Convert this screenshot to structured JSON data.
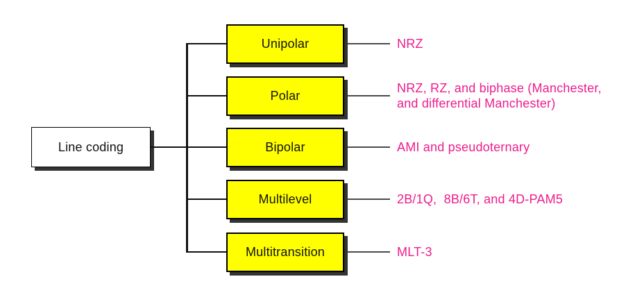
{
  "diagram": {
    "root": {
      "label": "Line coding"
    },
    "branches": [
      {
        "label": "Unipolar",
        "description": "NRZ"
      },
      {
        "label": "Polar",
        "description": "NRZ, RZ, and biphase (Manchester,\nand differential Manchester)"
      },
      {
        "label": "Bipolar",
        "description": "AMI and pseudoternary"
      },
      {
        "label": "Multilevel",
        "description": "2B/1Q,  8B/6T, and 4D-PAM5"
      },
      {
        "label": "Multitransition",
        "description": "MLT-3"
      }
    ],
    "colors": {
      "branch_box_fill": "#FFFF00",
      "branch_box_border": "#000000",
      "root_box_fill": "#FFFFFF",
      "description_text": "#EE1C8C",
      "connector_line": "#111111",
      "description_connector_line": "#4A4A4A",
      "drop_shadow": "#333333",
      "background": "#FFFFFF"
    }
  }
}
